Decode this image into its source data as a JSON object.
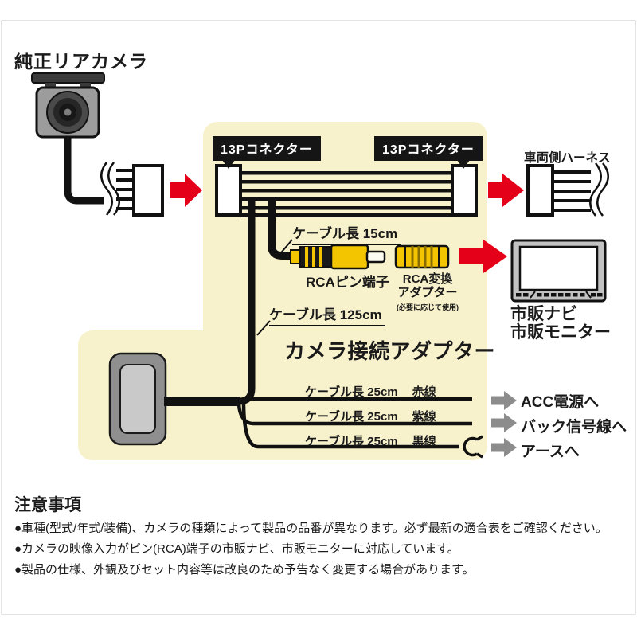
{
  "header": {
    "title": "純正リアカメラ"
  },
  "diagram": {
    "connector_tag_left": "13Pコネクター",
    "connector_tag_right": "13Pコネクター",
    "harness_label": "車両側ハーネス",
    "cable15_label": "ケーブル長 15cm",
    "cable125_label": "ケーブル長 125cm",
    "rca_pin_label": "RCAピン端子",
    "rca_adapter_label_line1": "RCA変換",
    "rca_adapter_label_line2": "アダプター",
    "rca_adapter_note": "(必要に応じて使用)",
    "adapter_title": "カメラ接続アダプター",
    "monitor_label_line1": "市販ナビ",
    "monitor_label_line2": "市販モニター",
    "branches": [
      {
        "cable_label": "ケーブル長 25cm",
        "wire_color_label": "赤線",
        "destination": "ACC電源へ"
      },
      {
        "cable_label": "ケーブル長 25cm",
        "wire_color_label": "紫線",
        "destination": "バック信号線へ"
      },
      {
        "cable_label": "ケーブル長 25cm",
        "wire_color_label": "黒線",
        "destination": "アースへ"
      }
    ],
    "colors": {
      "panel_bg": "#F8F2CC",
      "arrow_red": "#E50019",
      "arrow_gray": "#8C8C8C",
      "rca_yellow": "#F2C500",
      "tag_bg": "#151515"
    }
  },
  "notes": {
    "heading": "注意事項",
    "items": [
      "●車種(型式/年式/装備)、カメラの種類によって製品の品番が異なります。必ず最新の適合表をご確認ください。",
      "●カメラの映像入力がピン(RCA)端子の市販ナビ、市販モニターに対応しています。",
      "●製品の仕様、外観及びセット内容等は改良のため予告なく変更する場合があります。"
    ]
  }
}
